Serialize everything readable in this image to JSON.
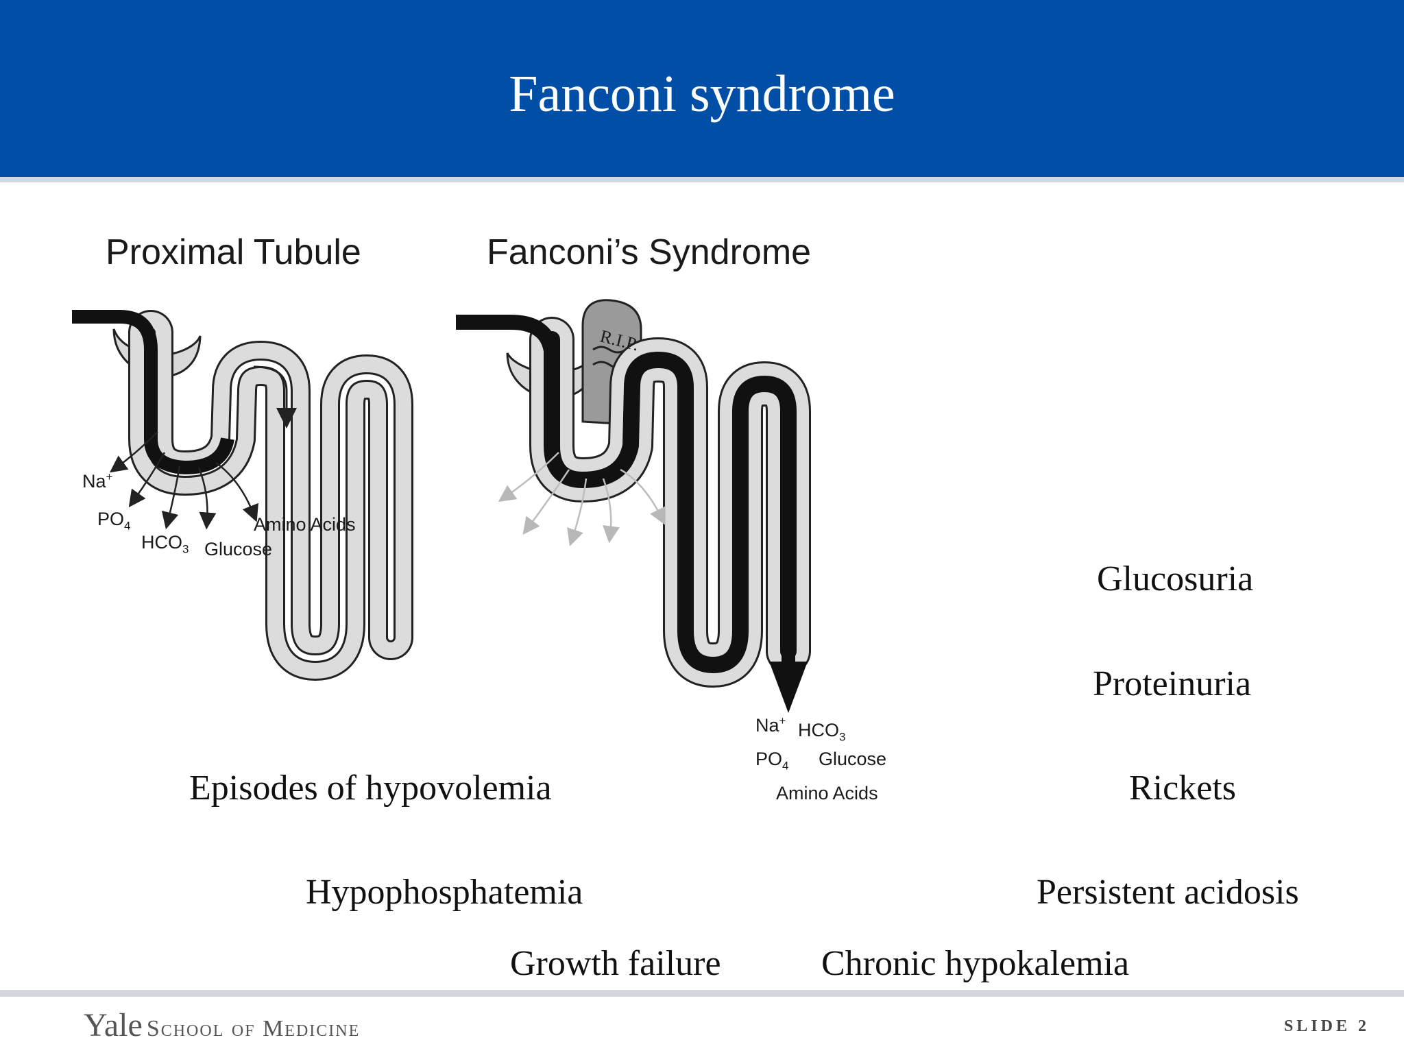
{
  "slide": {
    "title": "Fanconi syndrome",
    "slide_label": "SLIDE 2"
  },
  "figure": {
    "left_panel": {
      "heading": "Proximal Tubule",
      "labels": {
        "na": "Na",
        "na_sup": "+",
        "po4": "PO",
        "po4_sub": "4",
        "hco3": "HCO",
        "hco3_sub": "3",
        "glucose": "Glucose",
        "amino_acids": "Amino Acids"
      }
    },
    "right_panel": {
      "heading": "Fanconi’s Syndrome",
      "tombstone_text": "R.I.P.",
      "labels": {
        "na": "Na",
        "na_sup": "+",
        "hco3": "HCO",
        "hco3_sub": "3",
        "po4": "PO",
        "po4_sub": "4",
        "glucose": "Glucose",
        "amino_acids": "Amino Acids"
      }
    }
  },
  "findings": {
    "glucosuria": "Glucosuria",
    "proteinuria": "Proteinuria",
    "rickets": "Rickets",
    "persistent_acidosis": "Persistent acidosis",
    "episodes_hypovolemia": "Episodes of hypovolemia",
    "hypophosphatemia": "Hypophosphatemia",
    "growth_failure": "Growth failure",
    "chronic_hypokalemia": "Chronic hypokalemia"
  },
  "footer": {
    "logo_yale": "Yale",
    "logo_school": "School of Medicine"
  },
  "colors": {
    "header_blue": "#004ea5",
    "rule_gray": "#d4d7dc",
    "tubule_gray": "#dcdcdc"
  }
}
